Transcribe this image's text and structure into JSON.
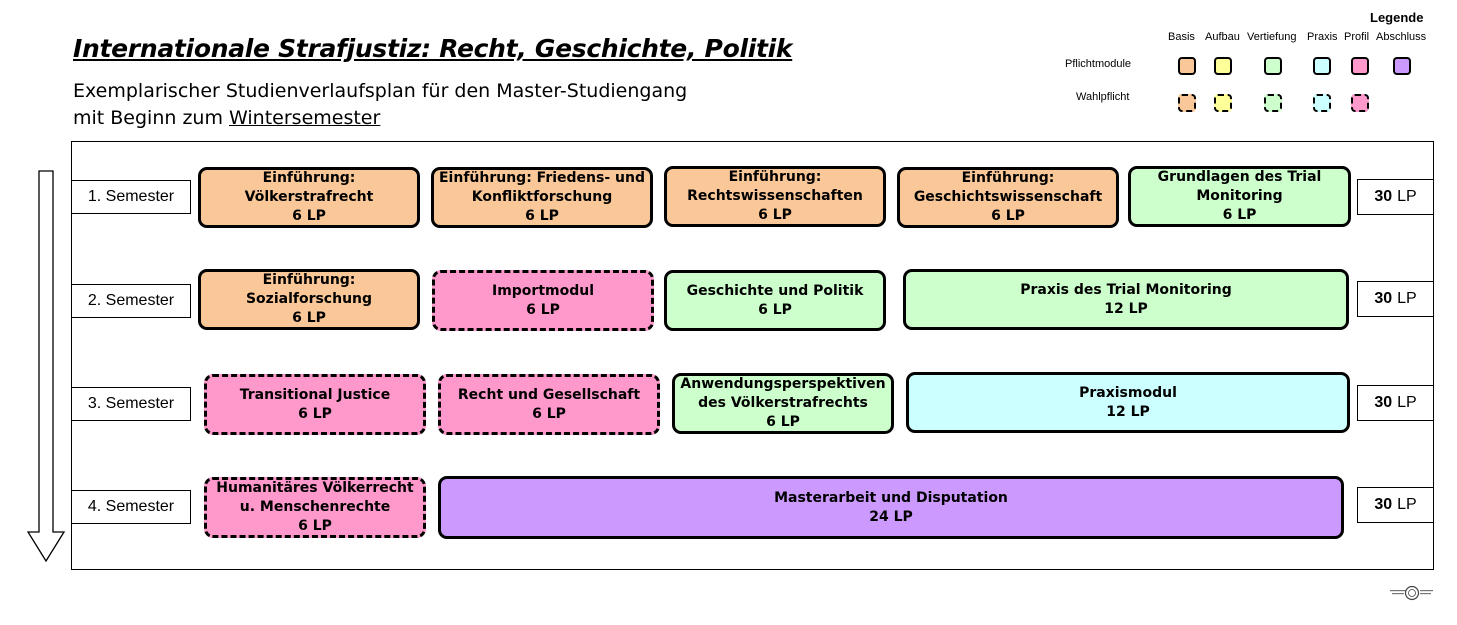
{
  "header": {
    "title": "Internationale Strafjustiz: Recht, Geschichte, Politik",
    "subtitle_line1": "Exemplarischer Studienverlaufsplan für den Master-Studiengang",
    "subtitle_line2_prefix": "mit Beginn zum ",
    "subtitle_line2_underlined": "Wintersemester"
  },
  "legend": {
    "title": "Legende",
    "columns": [
      "Basis",
      "Aufbau",
      "Vertiefung",
      "Praxis",
      "Profil",
      "Abschluss"
    ],
    "row_required": "Pflichtmodule",
    "row_elective": "Wahlpflicht",
    "colors": {
      "basis": "#fac898",
      "aufbau": "#ffff99",
      "vertiefung": "#ccffcc",
      "praxis": "#ccffff",
      "profil": "#ff99cc",
      "abschluss": "#cc99ff"
    }
  },
  "semesters": [
    {
      "label": "1. Semester",
      "lp_value": "30",
      "lp_unit": "LP",
      "modules": [
        {
          "line1": "Einführung:",
          "line2": "Völkerstrafrecht",
          "line3": "6 LP"
        },
        {
          "line1": "Einführung: Friedens- und",
          "line2": "Konfliktforschung",
          "line3": "6 LP"
        },
        {
          "line1": "Einführung:",
          "line2": "Rechtswissenschaften",
          "line3": "6 LP"
        },
        {
          "line1": "Einführung:",
          "line2": "Geschichtswissenschaft",
          "line3": "6 LP"
        },
        {
          "line1": "Grundlagen des Trial",
          "line2": "Monitoring",
          "line3": "6 LP"
        }
      ]
    },
    {
      "label": "2. Semester",
      "lp_value": "30",
      "lp_unit": "LP",
      "modules": [
        {
          "line1": "Einführung:",
          "line2": "Sozialforschung",
          "line3": "6 LP"
        },
        {
          "line1": "Importmodul",
          "line2": "6 LP"
        },
        {
          "line1": "Geschichte und Politik",
          "line2": "6 LP"
        },
        {
          "line1": "Praxis des Trial Monitoring",
          "line2": "12 LP"
        }
      ]
    },
    {
      "label": "3. Semester",
      "lp_value": "30",
      "lp_unit": "LP",
      "modules": [
        {
          "line1": "Transitional Justice",
          "line2": "6 LP"
        },
        {
          "line1": "Recht und Gesellschaft",
          "line2": "6 LP"
        },
        {
          "line1": "Anwendungsperspektiven",
          "line2": "des Völkerstrafrechts",
          "line3": "6 LP"
        },
        {
          "line1": "Praxismodul",
          "line2": "12 LP"
        }
      ]
    },
    {
      "label": "4. Semester",
      "lp_value": "30",
      "lp_unit": "LP",
      "modules": [
        {
          "line1": "Humanitäres Völkerrecht",
          "line2": "u. Menschenrechte",
          "line3": "6 LP"
        },
        {
          "line1": "Masterarbeit und Disputation",
          "line2": "24 LP"
        }
      ]
    }
  ]
}
